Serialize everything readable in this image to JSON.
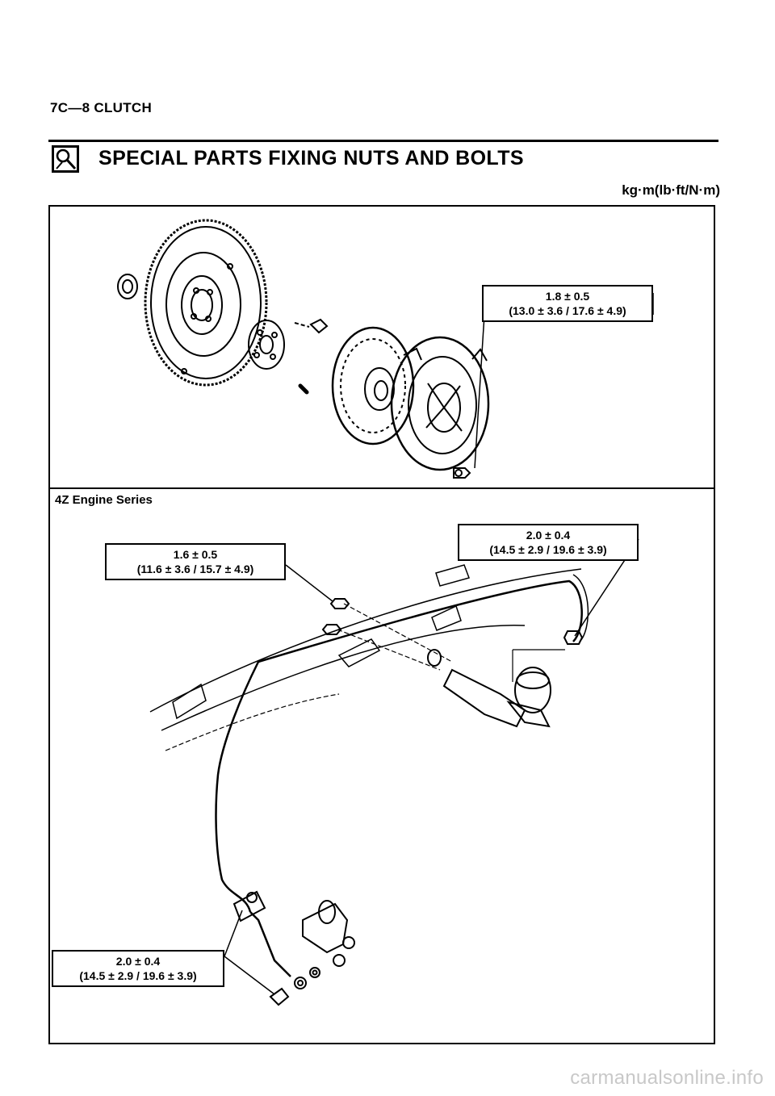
{
  "header": {
    "page_label": "7C—8 CLUTCH"
  },
  "section": {
    "title": "SPECIAL PARTS FIXING NUTS AND BOLTS",
    "icon": "inspection-magnifier-icon",
    "units": "kg·m(lb·ft/N·m)"
  },
  "lower_panel": {
    "label": "4Z Engine Series"
  },
  "torque_specs": [
    {
      "value": "1.8 ± 0.5",
      "conversion": "(13.0 ± 3.6 / 17.6 ± 4.9)"
    },
    {
      "value": "2.0 ± 0.4",
      "conversion": "(14.5 ± 2.9 / 19.6 ± 3.9)"
    },
    {
      "value": "1.6 ± 0.5",
      "conversion": "(11.6 ± 3.6 / 15.7 ± 4.9)"
    },
    {
      "value": "2.0 ± 0.4",
      "conversion": "(14.5 ± 2.9 / 19.6 ± 3.9)"
    }
  ],
  "watermark": "carmanualsonline.info"
}
